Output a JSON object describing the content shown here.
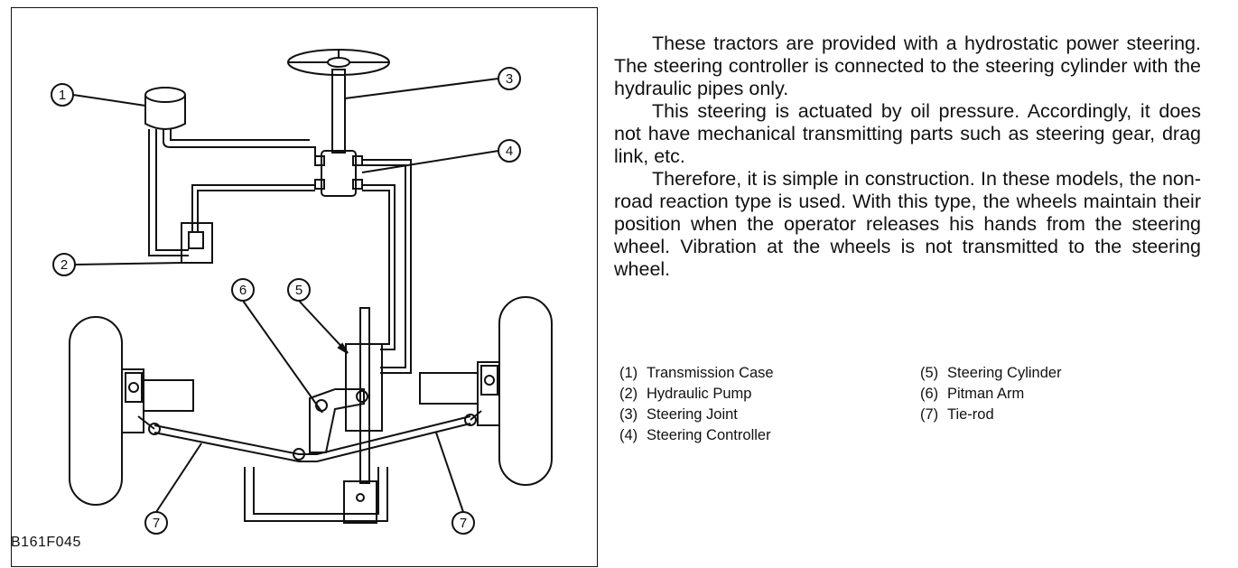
{
  "figure": {
    "code": "B161F045",
    "callouts": [
      "1",
      "2",
      "3",
      "4",
      "5",
      "6",
      "7",
      "7"
    ]
  },
  "text": {
    "paragraphs": [
      "These tractors are provided with a hydrostatic power steering. The steering controller is connected to the steering cylinder with the hydraulic pipes only.",
      "This steering is actuated by oil pressure. Accordingly, it does not have mechanical transmitting parts such as steering gear, drag link, etc.",
      "Therefore, it is simple in construction. In these models, the non-road reaction type is used. With this type, the wheels maintain their position when the operator releases his hands from the steering wheel. Vibration at the wheels is not transmitted to the steering wheel."
    ]
  },
  "legend": {
    "items": [
      {
        "num": "(1)",
        "label": "Transmission Case"
      },
      {
        "num": "(5)",
        "label": "Steering Cylinder"
      },
      {
        "num": "(2)",
        "label": "Hydraulic Pump"
      },
      {
        "num": "(6)",
        "label": "Pitman Arm"
      },
      {
        "num": "(3)",
        "label": "Steering Joint"
      },
      {
        "num": "(7)",
        "label": "Tie-rod"
      },
      {
        "num": "(4)",
        "label": "Steering Controller"
      }
    ]
  }
}
